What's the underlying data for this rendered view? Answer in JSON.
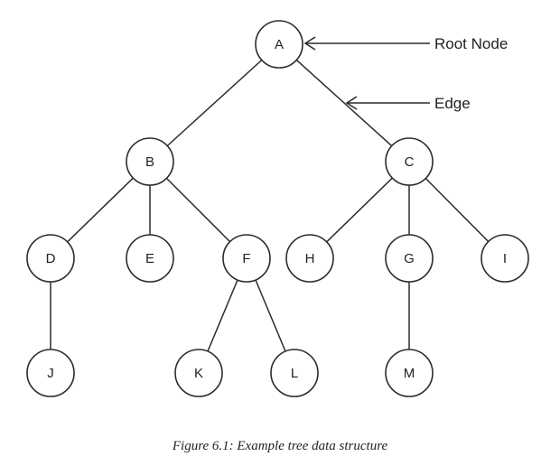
{
  "diagram": {
    "nodes": [
      {
        "id": "A",
        "label": "A"
      },
      {
        "id": "B",
        "label": "B"
      },
      {
        "id": "C",
        "label": "C"
      },
      {
        "id": "D",
        "label": "D"
      },
      {
        "id": "E",
        "label": "E"
      },
      {
        "id": "F",
        "label": "F"
      },
      {
        "id": "H",
        "label": "H"
      },
      {
        "id": "G",
        "label": "G"
      },
      {
        "id": "I",
        "label": "I"
      },
      {
        "id": "J",
        "label": "J"
      },
      {
        "id": "K",
        "label": "K"
      },
      {
        "id": "L",
        "label": "L"
      },
      {
        "id": "M",
        "label": "M"
      }
    ],
    "edges": [
      {
        "from": "A",
        "to": "B"
      },
      {
        "from": "A",
        "to": "C"
      },
      {
        "from": "B",
        "to": "D"
      },
      {
        "from": "B",
        "to": "E"
      },
      {
        "from": "B",
        "to": "F"
      },
      {
        "from": "C",
        "to": "H"
      },
      {
        "from": "C",
        "to": "G"
      },
      {
        "from": "C",
        "to": "I"
      },
      {
        "from": "D",
        "to": "J"
      },
      {
        "from": "F",
        "to": "K"
      },
      {
        "from": "F",
        "to": "L"
      },
      {
        "from": "G",
        "to": "M"
      }
    ],
    "callouts": {
      "root_node": "Root Node",
      "edge": "Edge"
    },
    "caption": "Figure 6.1: Example tree data structure"
  }
}
